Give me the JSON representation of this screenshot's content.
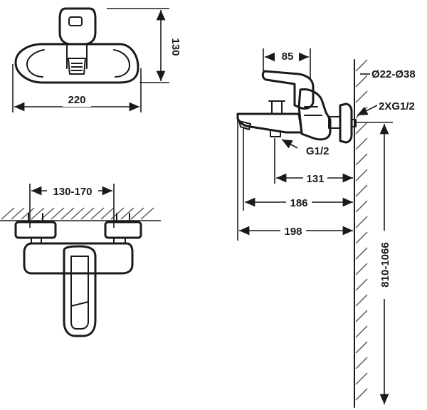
{
  "dimensions": {
    "top_height": "130",
    "top_width": "220",
    "front_spacing": "130-170",
    "side_handle": "85",
    "side_pipe_diameter": "Ø22-Ø38",
    "side_inlet_thread": "2XG1/2",
    "side_outlet_thread": "G1/2",
    "side_depth_131": "131",
    "side_depth_186": "186",
    "side_depth_198": "198",
    "side_install_height": "810-1066"
  },
  "colors": {
    "line": "#1a1a1a",
    "hatch": "#555555",
    "background": "#ffffff"
  }
}
